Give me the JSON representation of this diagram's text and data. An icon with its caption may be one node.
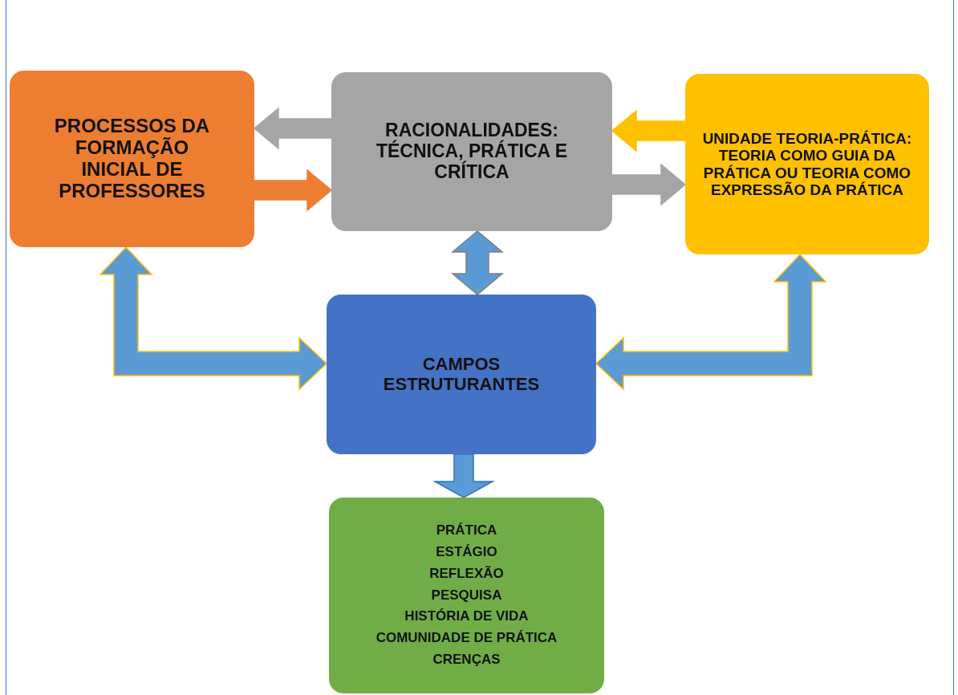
{
  "diagram": {
    "nodes": [
      {
        "text": [
          "PROCESSOS DA FORMAÇÃO INICIAL DE PROFESSORES"
        ]
      },
      {
        "text": [
          "RACIONALIDADES: TÉCNICA, PRÁTICA E CRÍTICA"
        ]
      },
      {
        "text": [
          "UNIDADE TEORIA-PRÁTICA: TEORIA COMO GUIA DA PRÁTICA OU TEORIA COMO EXPRESSÃO DA PRÁTICA"
        ]
      },
      {
        "text": [
          "CAMPOS ESTRUTURANTES"
        ]
      },
      {
        "text": [
          "PRÁTICA",
          "ESTÁGIO",
          "REFLEXÃO",
          "PESQUISA",
          "HISTÓRIA DE VIDA",
          "COMUNIDADE DE PRÁTICA",
          "CRENÇAS"
        ]
      }
    ],
    "edges": [
      {
        "from": 1,
        "to": 0,
        "arrow": "to",
        "color": "#a5a5a5"
      },
      {
        "from": 0,
        "to": 1,
        "arrow": "to",
        "color": "#ed7d31"
      },
      {
        "from": 2,
        "to": 1,
        "arrow": "to",
        "color": "#ffc000"
      },
      {
        "from": 1,
        "to": 2,
        "arrow": "to",
        "color": "#a5a5a5"
      },
      {
        "from": 1,
        "to": 3,
        "arrow": "both"
      },
      {
        "from": 3,
        "to": 0,
        "arrow": "both"
      },
      {
        "from": 3,
        "to": 2,
        "arrow": "both"
      },
      {
        "from": 3,
        "to": 4,
        "arrow": "to"
      }
    ]
  }
}
